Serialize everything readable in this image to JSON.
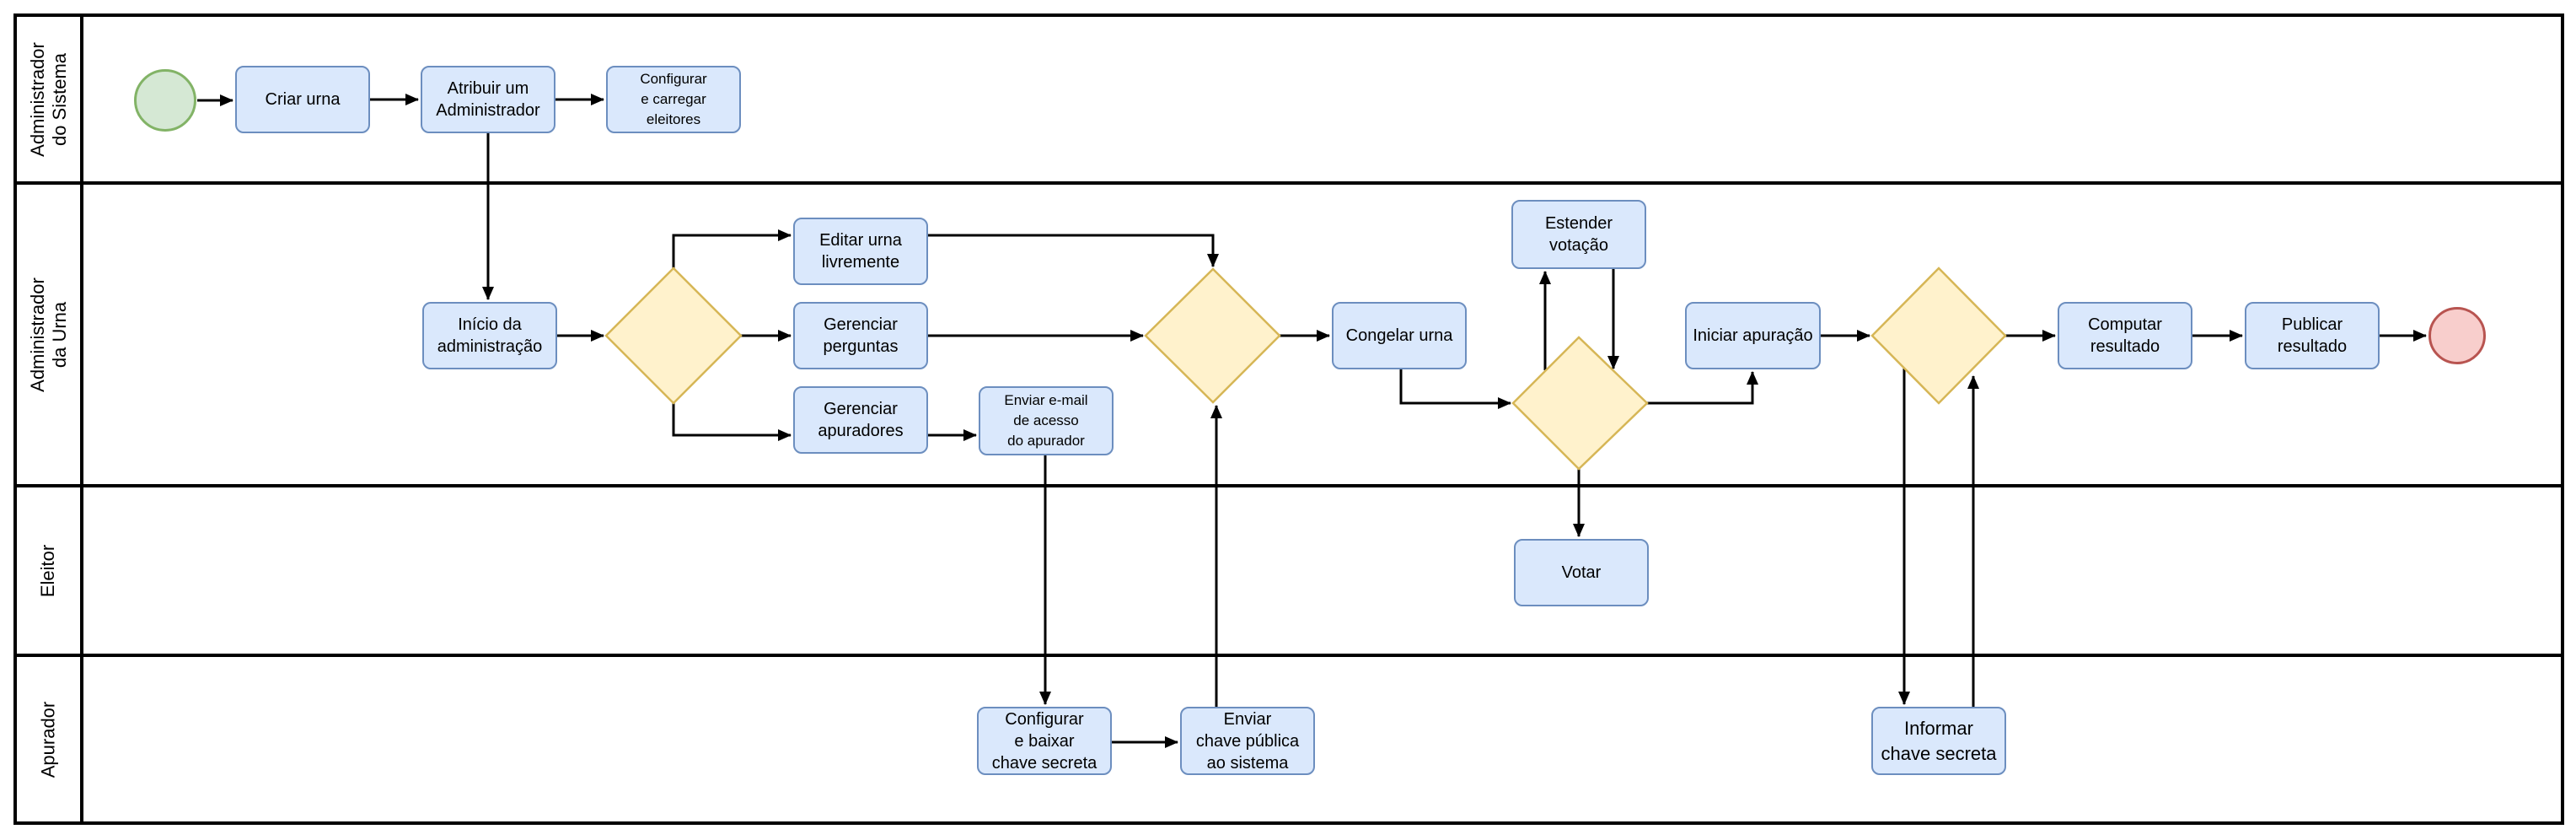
{
  "pool": {
    "lanes": [
      {
        "id": "administrador-do-sistema",
        "label": "Administrador\ndo Sistema"
      },
      {
        "id": "administrador-da-urna",
        "label": "Administrador\nda Urna"
      },
      {
        "id": "eleitor",
        "label": "Eleitor"
      },
      {
        "id": "apurador",
        "label": "Apurador"
      }
    ]
  },
  "nodes": {
    "criar_urna": {
      "label": "Criar urna"
    },
    "atribuir_admin": {
      "label": "Atribuir um\nAdministrador"
    },
    "config_eleitores": {
      "label": "Configurar\ne carregar\neleitores"
    },
    "inicio_admin": {
      "label": "Início da\nadministração"
    },
    "editar_urna": {
      "label": "Editar urna\nlivremente"
    },
    "gerenciar_perguntas": {
      "label": "Gerenciar\nperguntas"
    },
    "gerenciar_apuradores": {
      "label": "Gerenciar\napuradores"
    },
    "enviar_email_apurador": {
      "label": "Enviar e-mail\nde acesso\ndo apurador"
    },
    "congelar_urna": {
      "label": "Congelar urna"
    },
    "estender_votacao": {
      "label": "Estender\nvotação"
    },
    "votar": {
      "label": "Votar"
    },
    "iniciar_apuracao": {
      "label": "Iniciar apuração"
    },
    "computar_resultado": {
      "label": "Computar\nresultado"
    },
    "publicar_resultado": {
      "label": "Publicar\nresultado"
    },
    "config_baixar_chave": {
      "label": "Configurar\ne baixar\nchave secreta"
    },
    "enviar_chave_publica": {
      "label": "Enviar\nchave pública\nao sistema"
    },
    "informar_chave_secreta": {
      "label": "Informar\nchave secreta"
    }
  },
  "events": {
    "start": {
      "type": "start-event"
    },
    "end": {
      "type": "end-event"
    }
  },
  "gateways": [
    {
      "id": "gateway-1"
    },
    {
      "id": "gateway-2"
    },
    {
      "id": "gateway-3"
    },
    {
      "id": "gateway-4"
    }
  ],
  "colors": {
    "task_fill": "#dae8fc",
    "task_border": "#6c8ebf",
    "gateway_fill": "#fff2cc",
    "gateway_border": "#d6b656",
    "start_fill": "#d5e8d4",
    "start_border": "#82b366",
    "end_fill": "#f8cecc",
    "end_border": "#b85450",
    "line": "#000000",
    "lane_border": "#000000"
  }
}
